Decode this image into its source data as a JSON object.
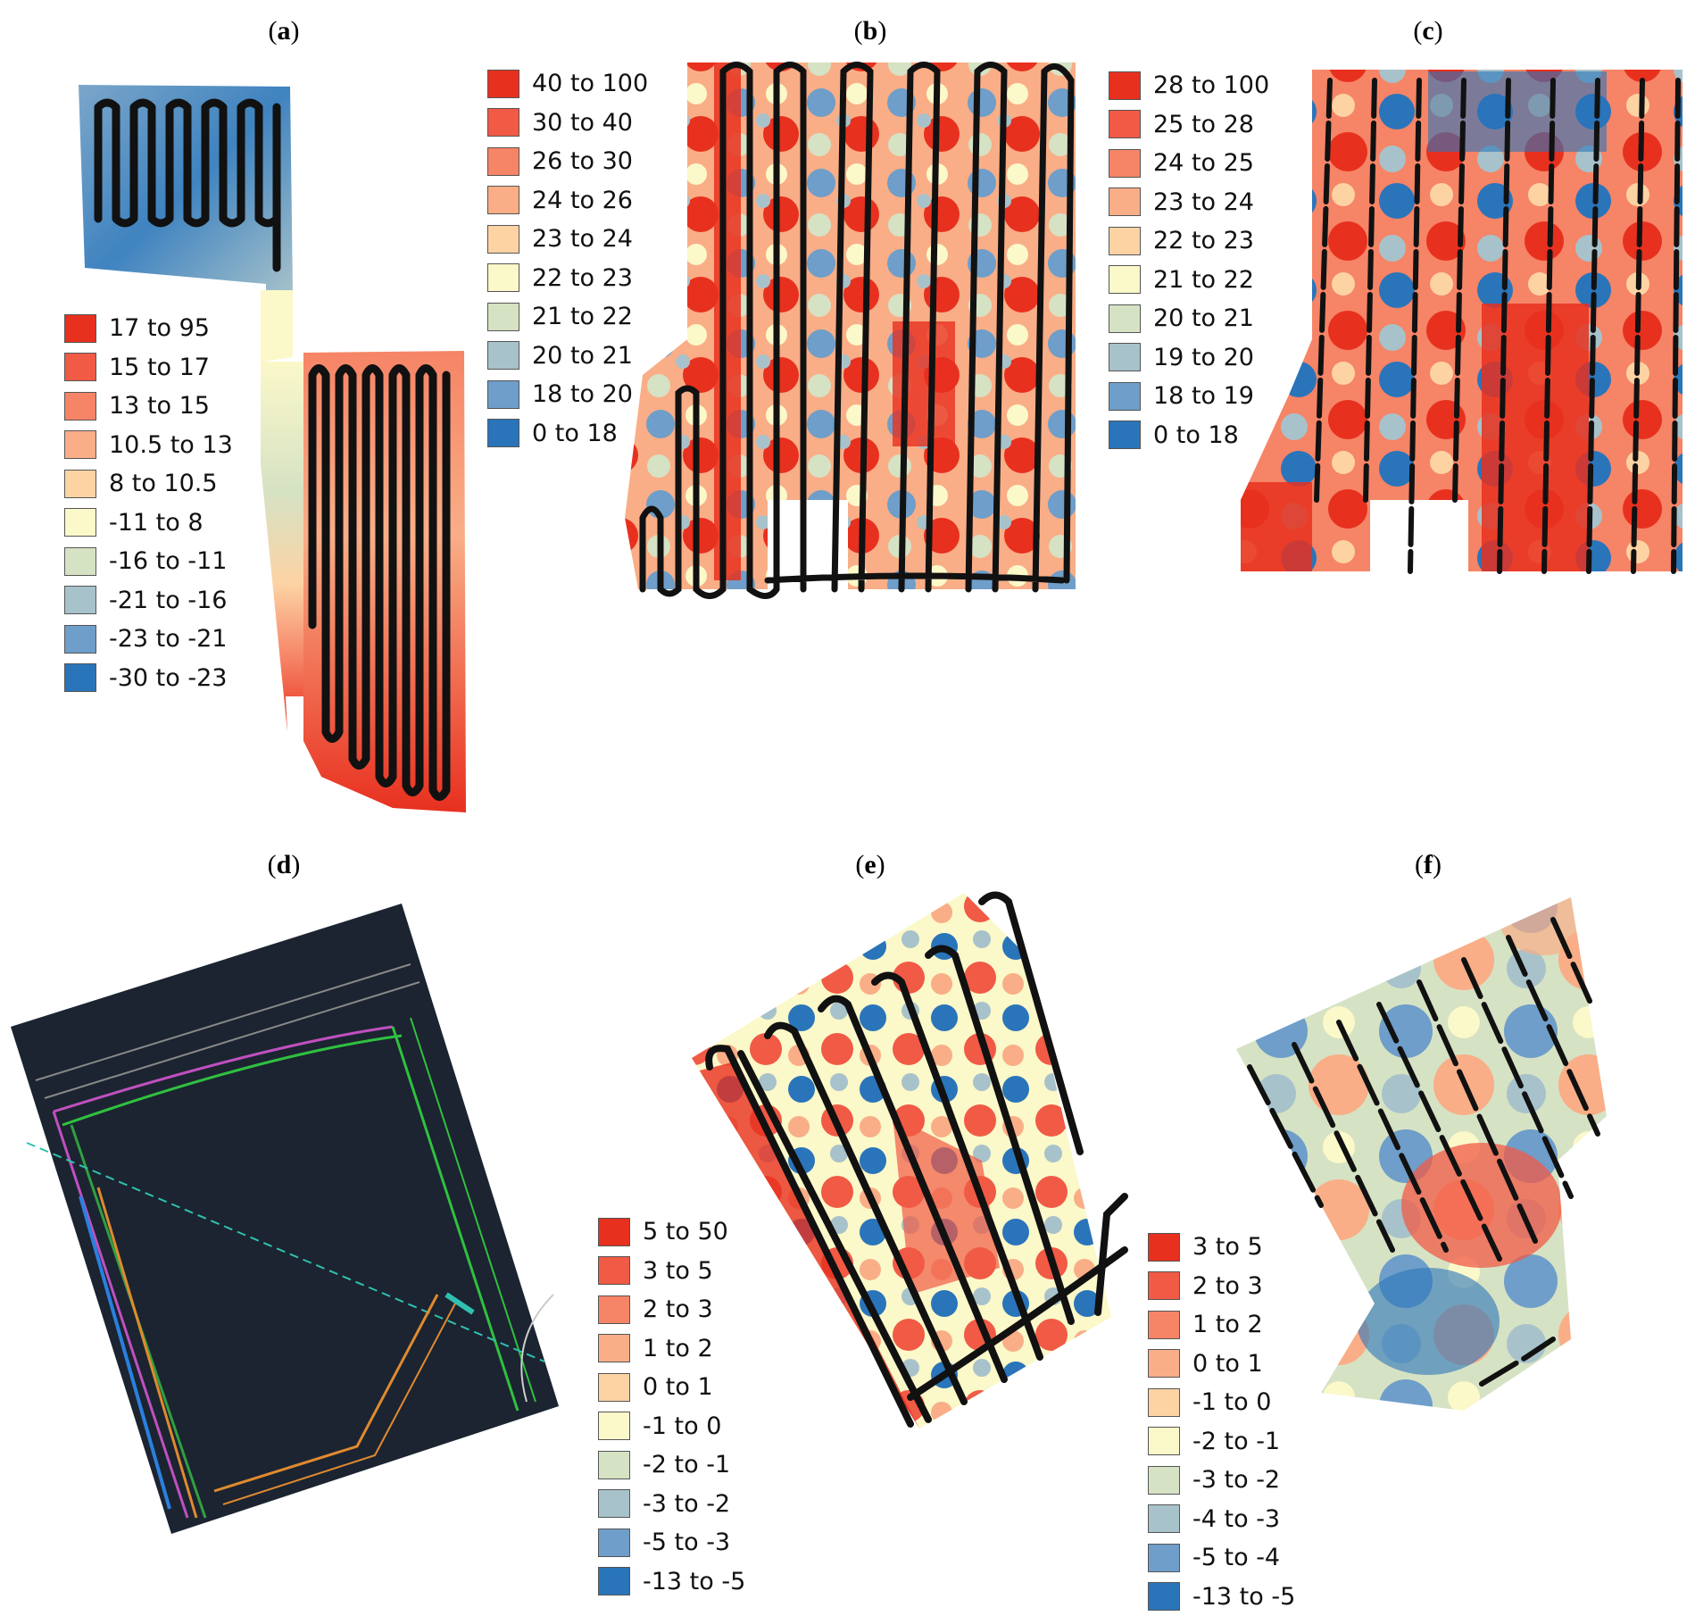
{
  "palette": [
    "#e8301f",
    "#f15a45",
    "#f68466",
    "#f9ae87",
    "#fdd3a4",
    "#fbf8c9",
    "#d6e2c4",
    "#a7c2ca",
    "#6e9ec9",
    "#2a74ba"
  ],
  "panels": [
    {
      "id": "a",
      "label": "a",
      "legend": [
        "17 to 95",
        "15 to 17",
        "13 to 15",
        "10.5 to 13",
        "8 to 10.5",
        "-11 to 8",
        "-16 to -11",
        "-21 to -16",
        "-23 to -21",
        "-30 to -23"
      ]
    },
    {
      "id": "b",
      "label": "b",
      "legend": [
        "40 to 100",
        "30 to 40",
        "26 to 30",
        "24 to 26",
        "23 to 24",
        "22 to 23",
        "21 to 22",
        "20 to 21",
        "18 to 20",
        "0 to 18"
      ]
    },
    {
      "id": "c",
      "label": "c",
      "legend": [
        "28 to 100",
        "25 to 28",
        "24 to 25",
        "23 to 24",
        "22 to 23",
        "21 to 22",
        "20 to 21",
        "19 to 20",
        "18 to 19",
        "0 to 18"
      ]
    },
    {
      "id": "d",
      "label": "d",
      "legend": []
    },
    {
      "id": "e",
      "label": "e",
      "legend": [
        "5 to 50",
        "3 to 5",
        "2 to 3",
        "1 to 2",
        "0 to 1",
        "-1 to 0",
        "-2 to -1",
        "-3 to -2",
        "-5 to -3",
        "-13 to -5"
      ]
    },
    {
      "id": "f",
      "label": "f",
      "legend": [
        "3 to 5",
        "2 to 3",
        "1 to 2",
        "0 to 1",
        "-1 to 0",
        "-2 to -1",
        "-3 to -2",
        "-4 to -3",
        "-5 to -4",
        "-13 to -5"
      ]
    }
  ]
}
